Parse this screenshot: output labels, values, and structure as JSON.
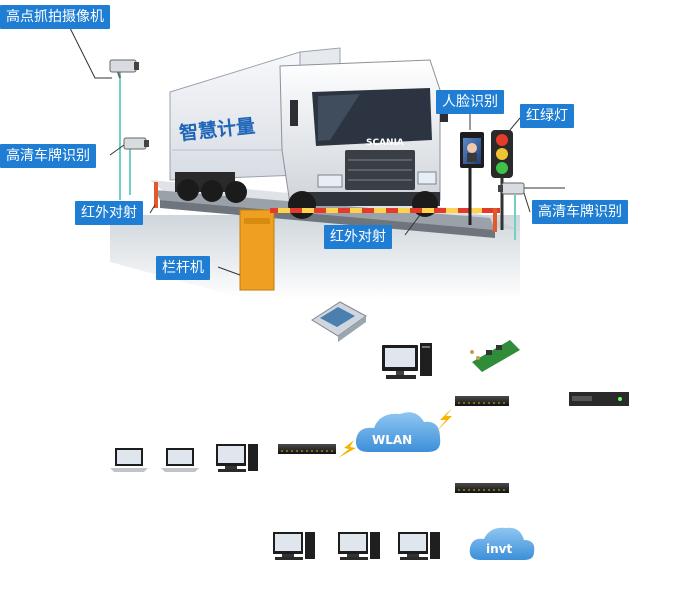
{
  "labels": {
    "high_snapshot_camera": "高点抓拍摄像机",
    "hd_plate_recognition_left": "高清车牌识别",
    "infrared_beam_left": "红外对射",
    "barrier_gate": "栏杆机",
    "face_recognition": "人脸识别",
    "traffic_light": "红绿灯",
    "hd_plate_recognition_right": "高清车牌识别",
    "infrared_beam_right": "红外对射"
  },
  "truck": {
    "side_text": "智慧计量",
    "brand": "SCANIA"
  },
  "network": {
    "wlan_text": "WLAN",
    "cloud_brand": "invt"
  },
  "colors": {
    "label_bg": "#1f7ed3",
    "cloud": "#5aa6e6",
    "bolt": "#f5b400",
    "gate": "#f0a020"
  }
}
